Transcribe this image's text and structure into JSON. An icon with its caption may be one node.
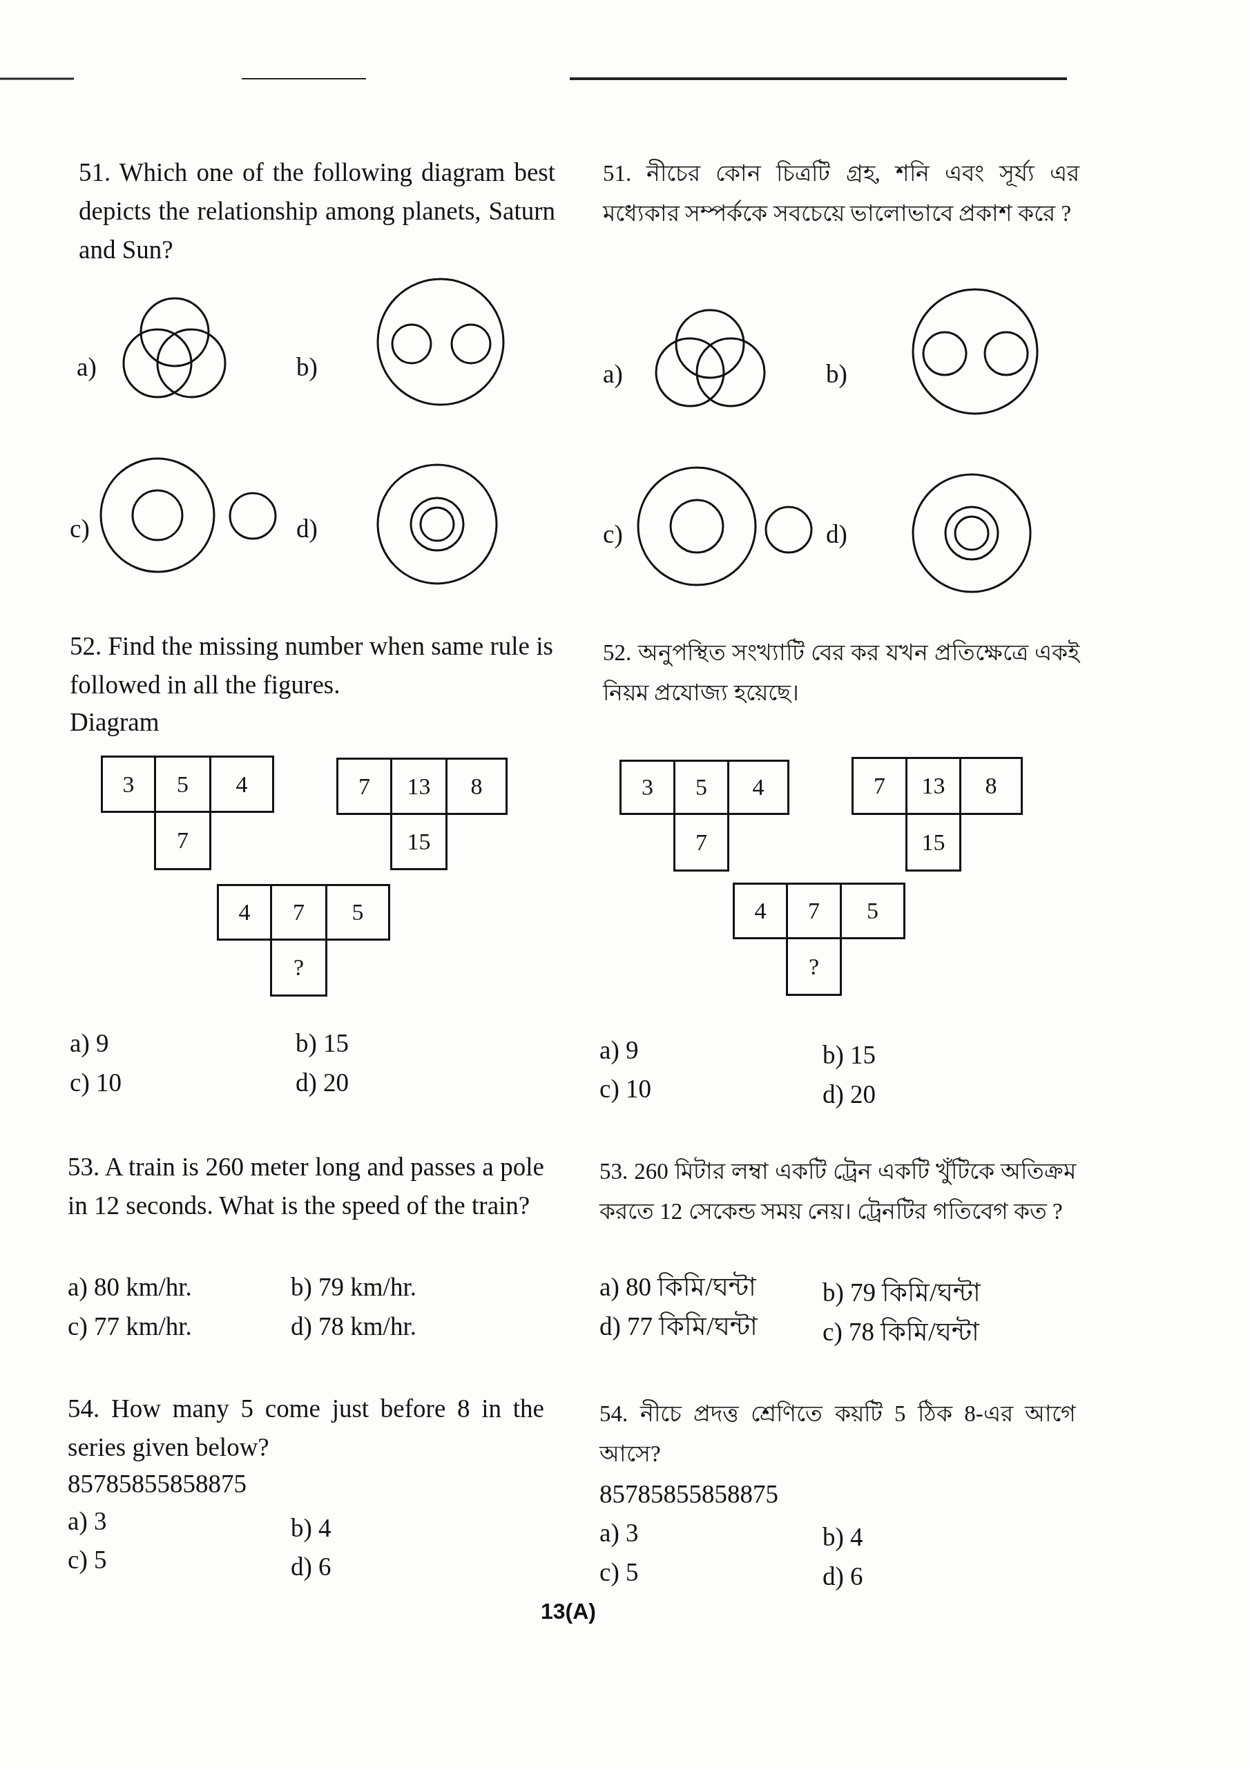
{
  "diagram": {
    "nodes": [
      {
        "text": [
          "3"
        ]
      },
      {
        "text": [
          "5"
        ]
      },
      {
        "text": [
          "4"
        ]
      },
      {
        "text": [
          "7"
        ]
      },
      {
        "text": [
          "7"
        ]
      },
      {
        "text": [
          "13"
        ]
      },
      {
        "text": [
          "8"
        ]
      },
      {
        "text": [
          "15"
        ]
      },
      {
        "text": [
          "4"
        ]
      },
      {
        "text": [
          "7"
        ]
      },
      {
        "text": [
          "5"
        ]
      },
      {
        "text": [
          "?"
        ]
      },
      {
        "text": [
          "3"
        ]
      },
      {
        "text": [
          "5"
        ]
      },
      {
        "text": [
          "4"
        ]
      },
      {
        "text": [
          "7"
        ]
      },
      {
        "text": [
          "7"
        ]
      },
      {
        "text": [
          "13"
        ]
      },
      {
        "text": [
          "8"
        ]
      },
      {
        "text": [
          "15"
        ]
      },
      {
        "text": [
          "4"
        ]
      },
      {
        "text": [
          "7"
        ]
      },
      {
        "text": [
          "5"
        ]
      },
      {
        "text": [
          "?"
        ]
      }
    ],
    "labels": [
      "51. Which one of the following diagram best depicts the relationship among planets, Saturn and Sun?",
      "a)",
      "b)",
      "c)",
      "d)",
      "52. Find the missing number when same rule is followed in all the figures.",
      "Diagram",
      "a) 9",
      "b) 15",
      "c) 10",
      "d) 20",
      "53. A train is 260 meter long and passes a pole in 12 seconds. What is the speed of the train?",
      "a) 80 km/hr.",
      "b) 79 km/hr.",
      "c) 77 km/hr.",
      "d) 78 km/hr.",
      "54. How many 5 come just before 8 in the series given below?",
      "85785855858875",
      "a) 3",
      "b) 4",
      "c) 5",
      "d) 6",
      "51. নীচের কোন চিত্রটি গ্রহ, শনি এবং সূর্য্য এর মধ্যেকার সম্পর্ককে সবচেয়ে ভালোভাবে প্রকাশ করে ?",
      "a)",
      "b)",
      "c)",
      "d)",
      "52. অনুপস্থিত সংখ্যাটি বের কর যখন প্রতিক্ষেত্রে একই নিয়ম প্রযোজ্য হয়েছে।",
      "a) 9",
      "b) 15",
      "c) 10",
      "d) 20",
      "53. 260 মিটার লম্বা একটি ট্রেন একটি খুঁটিকে অতিক্রম করতে 12 সেকেন্ড সময় নেয়। ট্রেনটির গতিবেগ কত ?",
      "a) 80 কিমি/ঘন্টা",
      "b) 79 কিমি/ঘন্টা",
      "d) 77 কিমি/ঘন্টা",
      "c) 78 কিমি/ঘন্টা",
      "54. নীচে প্রদত্ত শ্রেণিতে কয়টি 5 ঠিক 8-এর আগে আসে?",
      "85785855858875",
      "a) 3",
      "b) 4",
      "c) 5",
      "d) 6",
      "13(A)"
    ]
  }
}
